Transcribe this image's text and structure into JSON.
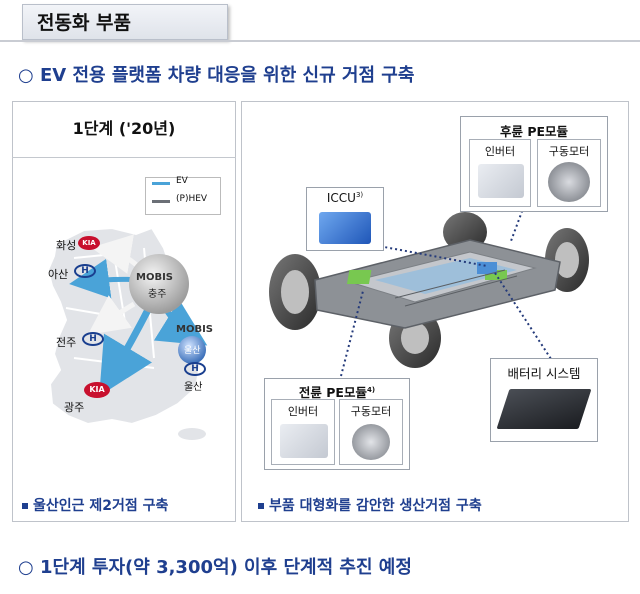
{
  "header": {
    "title": "전동화 부품",
    "bullet1": "EV 전용 플랫폼 차량 대응을 위한 신규 거점 구축",
    "bullet2": "1단계 투자(약 3,300억) 이후 단계적 추진 예정"
  },
  "left_panel": {
    "phase": "1단계 ('20년)",
    "legend": [
      {
        "label": "EV",
        "color": "#4aa3d8"
      },
      {
        "label": "(P)HEV",
        "color": "#6b6f76"
      }
    ],
    "map_labels": {
      "hwaseong": "화성",
      "asan": "아산",
      "jeonju": "전주",
      "gwangju": "광주",
      "mobis_chungju_brand": "MOBIS",
      "mobis_chungju_city": "충주",
      "mobis_ulsan_brand": "MOBIS",
      "mobis_ulsan_city": "울산",
      "hyundai_ulsan_city": "울산",
      "kia": "KIA"
    },
    "note": "울산인근 제2거점 구축"
  },
  "right_panel": {
    "rear_pe": {
      "title": "후륜 PE모듈",
      "items": [
        "인버터",
        "구동모터"
      ]
    },
    "iccu": {
      "title": "ICCU",
      "sup": "3)"
    },
    "front_pe": {
      "title": "전륜 PE모듈",
      "sup": "4)",
      "items": [
        "인버터",
        "구동모터"
      ]
    },
    "battery": {
      "title": "배터리 시스템"
    },
    "note": "부품 대형화를 감안한 생산거점 구축"
  },
  "colors": {
    "accent": "#1f3f8f",
    "ev_arrow": "#4aa3d8",
    "hev_arrow": "#6b6f76",
    "kia_red": "#c8102e"
  }
}
